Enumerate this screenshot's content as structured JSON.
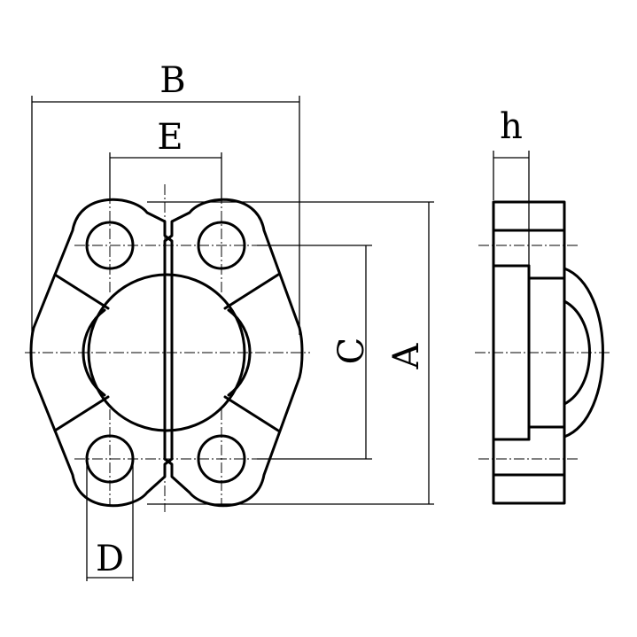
{
  "labels": {
    "B": "B",
    "E": "E",
    "C": "C",
    "A": "A",
    "D": "D",
    "h": "h"
  },
  "colors": {
    "stroke": "#000000",
    "background": "#ffffff"
  }
}
